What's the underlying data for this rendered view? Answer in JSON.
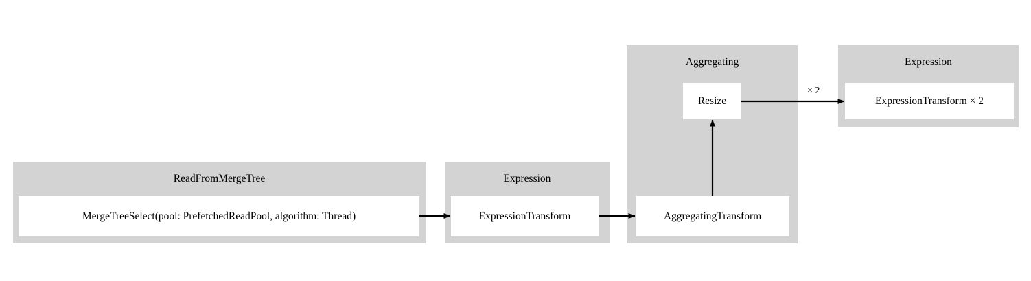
{
  "diagram": {
    "type": "pipeline-graph",
    "background_color": "#ffffff",
    "cluster_fill": "#d3d3d3",
    "node_fill": "#ffffff",
    "edge_color": "#000000",
    "clusters": [
      {
        "id": "read-from-merge-tree",
        "title": "ReadFromMergeTree",
        "node_label": "MergeTreeSelect(pool: PrefetchedReadPool, algorithm: Thread)"
      },
      {
        "id": "expression-1",
        "title": "Expression",
        "node_label": "ExpressionTransform"
      },
      {
        "id": "aggregating",
        "title": "Aggregating",
        "node_label": "AggregatingTransform",
        "node_label_2": "Resize"
      },
      {
        "id": "expression-2",
        "title": "Expression",
        "node_label": "ExpressionTransform × 2"
      }
    ],
    "edges": [
      {
        "id": "merge-tree-select-to-expression-transform",
        "label": ""
      },
      {
        "id": "expression-transform-to-aggregating-transform",
        "label": ""
      },
      {
        "id": "aggregating-transform-to-resize",
        "label": ""
      },
      {
        "id": "resize-to-expression-transform-2",
        "label": "× 2"
      }
    ]
  }
}
